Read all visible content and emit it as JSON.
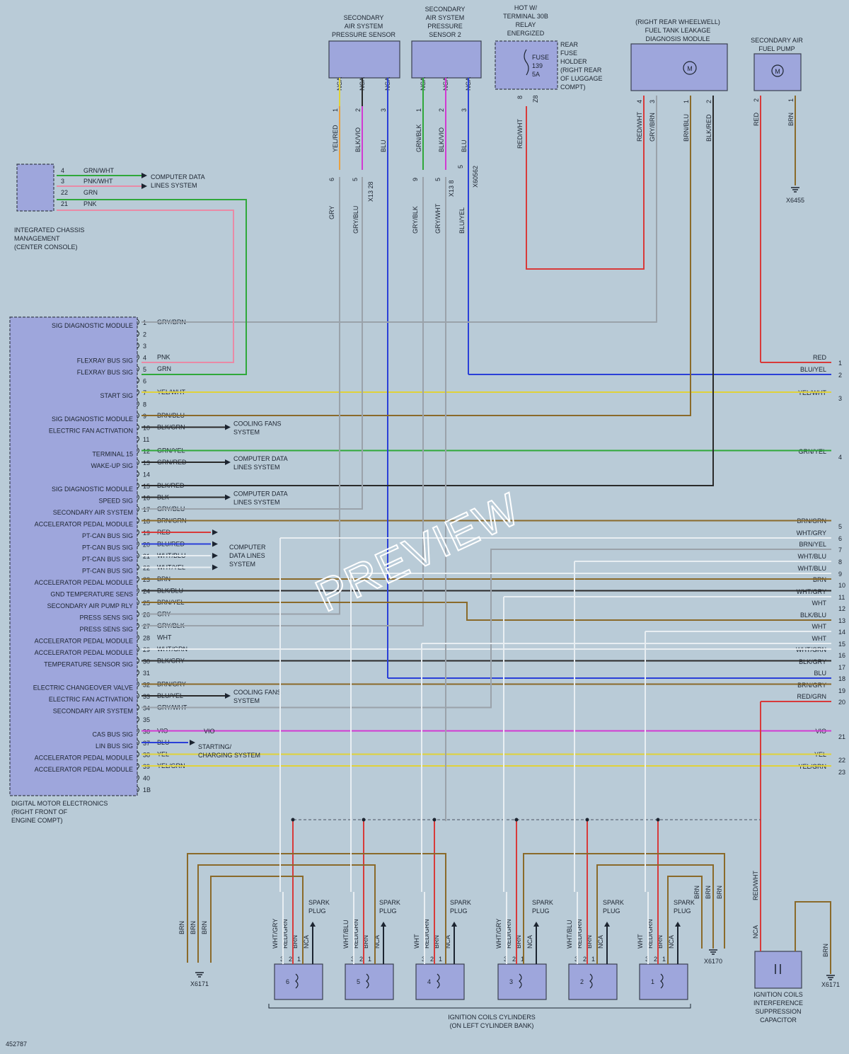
{
  "watermark": "PREVIEW",
  "diagram_id": "452787",
  "colors": {
    "RED": "#d83a3a",
    "GRN": "#2fa83a",
    "PNK": "#e98aa6",
    "BLU": "#2a3fd8",
    "YEL": "#e0d23a",
    "VIO": "#d23ad2",
    "BRN": "#8a6a2a",
    "GRY": "#9aa2aa",
    "WHT": "#e8eef2",
    "BLK": "#2a2a2a",
    "ORG": "#e8a040"
  },
  "dme": {
    "label": [
      "DIGITAL MOTOR ELECTRONICS",
      "(RIGHT FRONT OF",
      "ENGINE COMPT)"
    ],
    "pins": [
      {
        "n": "1",
        "sig": "SIG DIAGNOSTIC MODULE",
        "wire": "GRY/BRN"
      },
      {
        "n": "2",
        "sig": "",
        "wire": ""
      },
      {
        "n": "3",
        "sig": "",
        "wire": ""
      },
      {
        "n": "4",
        "sig": "FLEXRAY BUS SIG",
        "wire": "PNK"
      },
      {
        "n": "5",
        "sig": "FLEXRAY BUS SIG",
        "wire": "GRN"
      },
      {
        "n": "6",
        "sig": "",
        "wire": ""
      },
      {
        "n": "7",
        "sig": "START SIG",
        "wire": "YEL/WHT"
      },
      {
        "n": "8",
        "sig": "",
        "wire": ""
      },
      {
        "n": "9",
        "sig": "SIG DIAGNOSTIC MODULE",
        "wire": "BRN/BLU"
      },
      {
        "n": "10",
        "sig": "ELECTRIC FAN ACTIVATION",
        "wire": "BLK/GRN"
      },
      {
        "n": "11",
        "sig": "",
        "wire": ""
      },
      {
        "n": "12",
        "sig": "TERMINAL 15",
        "wire": "GRN/YEL"
      },
      {
        "n": "13",
        "sig": "WAKE-UP SIG",
        "wire": "GRN/RED"
      },
      {
        "n": "14",
        "sig": "",
        "wire": ""
      },
      {
        "n": "15",
        "sig": "SIG DIAGNOSTIC MODULE",
        "wire": "BLK/RED"
      },
      {
        "n": "16",
        "sig": "SPEED SIG",
        "wire": "BLK"
      },
      {
        "n": "17",
        "sig": "SECONDARY AIR SYSTEM",
        "wire": "GRY/BLU"
      },
      {
        "n": "18",
        "sig": "ACCELERATOR PEDAL MODULE",
        "wire": "BRN/GRN"
      },
      {
        "n": "19",
        "sig": "PT-CAN BUS SIG",
        "wire": "RED"
      },
      {
        "n": "20",
        "sig": "PT-CAN BUS SIG",
        "wire": "BLU/RED"
      },
      {
        "n": "21",
        "sig": "PT-CAN BUS SIG",
        "wire": "WHT/BLU"
      },
      {
        "n": "22",
        "sig": "PT-CAN BUS SIG",
        "wire": "WHT/YEL"
      },
      {
        "n": "23",
        "sig": "ACCELERATOR PEDAL MODULE",
        "wire": "BRN"
      },
      {
        "n": "24",
        "sig": "GND TEMPERATURE SENS",
        "wire": "BLK/BLU"
      },
      {
        "n": "25",
        "sig": "SECONDARY AIR PUMP RLY",
        "wire": "BRN/YEL"
      },
      {
        "n": "26",
        "sig": "PRESS SENS SIG",
        "wire": "GRY"
      },
      {
        "n": "27",
        "sig": "PRESS SENS SIG",
        "wire": "GRY/BLK"
      },
      {
        "n": "28",
        "sig": "ACCELERATOR PEDAL MODULE",
        "wire": "WHT"
      },
      {
        "n": "29",
        "sig": "ACCELERATOR PEDAL MODULE",
        "wire": "WHT/GRN"
      },
      {
        "n": "30",
        "sig": "TEMPERATURE SENSOR SIG",
        "wire": "BLK/GRY"
      },
      {
        "n": "31",
        "sig": "",
        "wire": ""
      },
      {
        "n": "32",
        "sig": "ELECTRIC CHANGEOVER VALVE",
        "wire": "BRN/GRY"
      },
      {
        "n": "33",
        "sig": "ELECTRIC FAN ACTIVATION",
        "wire": "BLU/YEL"
      },
      {
        "n": "34",
        "sig": "SECONDARY AIR SYSTEM",
        "wire": "GRY/WHT"
      },
      {
        "n": "35",
        "sig": "",
        "wire": ""
      },
      {
        "n": "36",
        "sig": "CAS BUS SIG",
        "wire": "VIO"
      },
      {
        "n": "37",
        "sig": "LIN BUS SIG",
        "wire": "BLU"
      },
      {
        "n": "38",
        "sig": "ACCELERATOR PEDAL MODULE",
        "wire": "YEL"
      },
      {
        "n": "39",
        "sig": "ACCELERATOR PEDAL MODULE",
        "wire": "YEL/GRN"
      },
      {
        "n": "40",
        "sig": "",
        "wire": ""
      },
      {
        "n": "1B",
        "sig": "",
        "wire": ""
      }
    ]
  },
  "right_edge": [
    {
      "n": "1",
      "wire": "RED"
    },
    {
      "n": "2",
      "wire": "BLU/YEL"
    },
    {
      "n": "3",
      "wire": "YEL/WHT"
    },
    {
      "n": "4",
      "wire": "GRN/YEL"
    },
    {
      "n": "5",
      "wire": "BRN/GRN"
    },
    {
      "n": "6",
      "wire": "WHT/GRY"
    },
    {
      "n": "7",
      "wire": "BRN/YEL"
    },
    {
      "n": "8",
      "wire": "WHT/BLU"
    },
    {
      "n": "9",
      "wire": "WHT/BLU"
    },
    {
      "n": "10",
      "wire": "BRN"
    },
    {
      "n": "11",
      "wire": "WHT/GRY"
    },
    {
      "n": "12",
      "wire": "WHT"
    },
    {
      "n": "13",
      "wire": "BLK/BLU"
    },
    {
      "n": "14",
      "wire": "WHT"
    },
    {
      "n": "15",
      "wire": "WHT"
    },
    {
      "n": "16",
      "wire": "WHT/GRN"
    },
    {
      "n": "17",
      "wire": "BLK/GRY"
    },
    {
      "n": "18",
      "wire": "BLU"
    },
    {
      "n": "19",
      "wire": "BRN/GRY"
    },
    {
      "n": "20",
      "wire": "RED/GRN"
    },
    {
      "n": "21",
      "wire": "VIO"
    },
    {
      "n": "22",
      "wire": "YEL"
    },
    {
      "n": "23",
      "wire": "YEL/GRN"
    }
  ],
  "icm": {
    "label": [
      "INTEGRATED CHASSIS",
      "MANAGEMENT",
      "(CENTER CONSOLE)"
    ],
    "pins": [
      {
        "n": "4",
        "wire": "GRN/WHT"
      },
      {
        "n": "3",
        "wire": "PNK/WHT"
      },
      {
        "n": "22",
        "wire": "GRN"
      },
      {
        "n": "21",
        "wire": "PNK"
      }
    ],
    "dest": [
      "COMPUTER DATA",
      "LINES SYSTEM"
    ]
  },
  "sensor1": {
    "label": [
      "SECONDARY",
      "AIR SYSTEM",
      "PRESSURE SENSOR"
    ],
    "pins": [
      {
        "n": "1",
        "nca": "NCA",
        "wire": "YEL/RED"
      },
      {
        "n": "2",
        "nca": "NCA",
        "wire": "BLK/VIO"
      },
      {
        "n": "3",
        "nca": "NCA",
        "wire": "BLU"
      }
    ],
    "connector": "X13 28",
    "splice": [
      "6",
      "5"
    ],
    "lower": [
      "GRY",
      "GRY/BLU"
    ]
  },
  "sensor2": {
    "label": [
      "SECONDARY",
      "AIR SYSTEM",
      "PRESSURE",
      "SENSOR 2"
    ],
    "pins": [
      {
        "n": "1",
        "nca": "NCA",
        "wire": "GRN/BLK"
      },
      {
        "n": "2",
        "nca": "NCA",
        "wire": "BLK/VIO"
      },
      {
        "n": "3",
        "nca": "NCA",
        "wire": "BLU"
      }
    ],
    "connector1": "X13 8",
    "connector2": "X60562",
    "splice": [
      "9",
      "5",
      "5"
    ],
    "lower": [
      "GRY/BLK",
      "GRY/WHT",
      "BLU/YEL"
    ]
  },
  "fuse": {
    "hot": [
      "HOT W/",
      "TERMINAL 30B",
      "RELAY",
      "ENERGIZED"
    ],
    "fuse": [
      "FUSE",
      "139",
      "5A"
    ],
    "holder": [
      "REAR",
      "FUSE",
      "HOLDER",
      "(RIGHT REAR",
      "OF LUGGAGE",
      "COMPT)"
    ],
    "pin": "8",
    "connector": "Z8",
    "wire": "RED/WHT"
  },
  "leak": {
    "label": [
      "(RIGHT REAR WHEELWELL)",
      "FUEL TANK LEAKAGE",
      "DIAGNOSIS MODULE"
    ],
    "pins": [
      {
        "n": "4",
        "wire": "RED/WHT"
      },
      {
        "n": "3",
        "wire": "GRY/BRN"
      },
      {
        "n": "1",
        "wire": "BRN/BLU"
      },
      {
        "n": "2",
        "wire": "BLK/RED"
      }
    ]
  },
  "pump": {
    "label": [
      "SECONDARY AIR",
      "FUEL PUMP"
    ],
    "pins": [
      {
        "n": "2",
        "wire": "RED"
      },
      {
        "n": "1",
        "wire": "BRN"
      }
    ],
    "ground": "X6455"
  },
  "dest": {
    "cooling": [
      "COOLING FANS",
      "SYSTEM"
    ],
    "cdl": [
      "COMPUTER DATA",
      "LINES SYSTEM"
    ],
    "cdl_bus": [
      "COMPUTER",
      "DATA LINES",
      "SYSTEM"
    ],
    "charging": [
      "STARTING/",
      "CHARGING SYSTEM"
    ]
  },
  "coils": {
    "caption": [
      "IGNITION COILS CYLINDERS",
      "(ON LEFT CYLINDER BANK)"
    ],
    "spark": [
      "SPARK",
      "PLUG"
    ],
    "items": [
      {
        "num": "6",
        "wire": "WHT/GRY"
      },
      {
        "num": "5",
        "wire": "WHT/BLU"
      },
      {
        "num": "4",
        "wire": "WHT"
      },
      {
        "num": "3",
        "wire": "WHT/GRY"
      },
      {
        "num": "2",
        "wire": "WHT/BLU"
      },
      {
        "num": "1",
        "wire": "WHT"
      }
    ],
    "common": [
      "RED/GRN",
      "BRN",
      "NCA"
    ],
    "pins": [
      "3",
      "2",
      "1"
    ]
  },
  "grounds": {
    "left": "X6171",
    "mid": "X6170",
    "right": "X6171",
    "brn": "BRN"
  },
  "capacitor": {
    "label": [
      "IGNITION COILS",
      "INTERFERENCE",
      "SUPPRESSION",
      "CAPACITOR"
    ],
    "nca": "NCA",
    "wire": "RED/WHT"
  }
}
